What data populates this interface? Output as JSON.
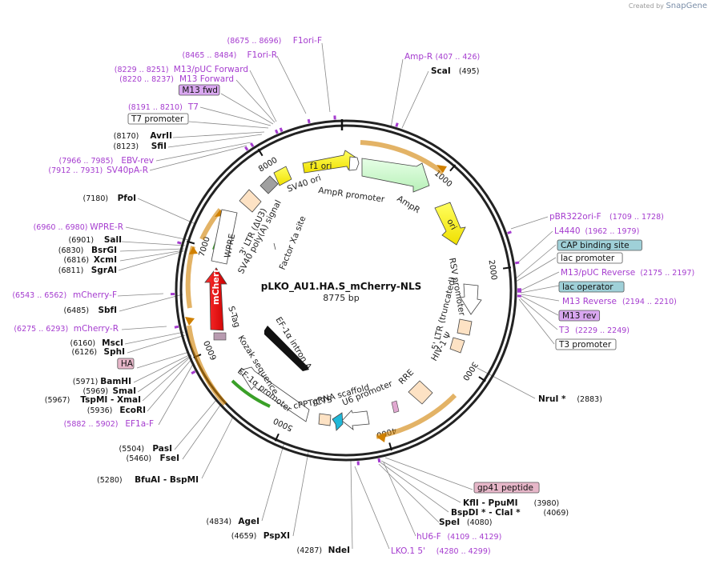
{
  "header": {
    "credit_prefix": "Created by",
    "credit_brand": "SnapGene"
  },
  "plasmid": {
    "name": "pLKO_AU1.HA.S_mCherry-NLS",
    "length": "8775 bp"
  },
  "ticks": [
    "1000",
    "2000",
    "3000",
    "4000",
    "5000",
    "6000",
    "7000",
    "8000"
  ],
  "features": {
    "f1_ori": "f1 ori",
    "ampr_promoter": "AmpR promoter",
    "ampr": "AmpR",
    "ori": "ori",
    "rsv_promoter": "RSV promoter",
    "ltr5": "5' LTR (truncated)",
    "hiv_psi": "HIV-1 Ψ",
    "rre": "RRE",
    "u6_promoter": "U6 promoter",
    "grna": "gRNA scaffold",
    "cppt": "cPPT/CTS",
    "ef1a_promoter": "EF-1α promoter",
    "kozak": "Kozak sequence",
    "stag": "S-Tag",
    "mcherry": "mCherry",
    "wpre": "WPRE",
    "ltr3": "3' LTR (ΔU3)",
    "sv40_polya": "SV40 poly(A) signal",
    "sv40_ori": "SV40 ori",
    "factor_xa": "Factor Xa site",
    "ef1a_intron": "EF-1α intron A"
  },
  "left_labels": [
    {
      "coord": "(8675 .. 8696)",
      "name": "F1ori-F",
      "kind": "primer"
    },
    {
      "coord": "(8465 .. 8484)",
      "name": "F1ori-R",
      "kind": "primer"
    },
    {
      "coord": "(8229 .. 8251)",
      "name": "M13/pUC Forward",
      "kind": "primer"
    },
    {
      "coord": "(8220 .. 8237)",
      "name": "M13 Forward",
      "kind": "primer"
    },
    {
      "name": "M13 fwd",
      "kind": "box_purple"
    },
    {
      "coord": "(8191 .. 8210)",
      "name": "T7",
      "kind": "primer"
    },
    {
      "name": "T7 promoter",
      "kind": "box_white"
    },
    {
      "coord": "(8170)",
      "name": "AvrII",
      "kind": "enzyme"
    },
    {
      "coord": "(8123)",
      "name": "SfiI",
      "kind": "enzyme"
    },
    {
      "coord": "(7966 .. 7985)",
      "name": "EBV-rev",
      "kind": "primer"
    },
    {
      "coord": "(7912 .. 7931)",
      "name": "SV40pA-R",
      "kind": "primer"
    },
    {
      "coord": "(7180)",
      "name": "PfoI",
      "kind": "enzyme"
    },
    {
      "coord": "(6960 .. 6980)",
      "name": "WPRE-R",
      "kind": "primer"
    },
    {
      "coord": "(6901)",
      "name": "SalI",
      "kind": "enzyme"
    },
    {
      "coord": "(6830)",
      "name": "BsrGI",
      "kind": "enzyme"
    },
    {
      "coord": "(6816)",
      "name": "XcmI",
      "kind": "enzyme"
    },
    {
      "coord": "(6811)",
      "name": "SgrAI",
      "kind": "enzyme"
    },
    {
      "coord": "(6543 .. 6562)",
      "name": "mCherry-F",
      "kind": "primer"
    },
    {
      "coord": "(6485)",
      "name": "SbfI",
      "kind": "enzyme"
    },
    {
      "coord": "(6275 .. 6293)",
      "name": "mCherry-R",
      "kind": "primer"
    },
    {
      "coord": "(6160)",
      "name": "MscI",
      "kind": "enzyme"
    },
    {
      "coord": "(6126)",
      "name": "SphI",
      "kind": "enzyme"
    },
    {
      "name": "HA",
      "kind": "box_pink"
    },
    {
      "coord": "(5971)",
      "name": "BamHI",
      "kind": "enzyme"
    },
    {
      "coord": "(5969)",
      "name": "SmaI",
      "kind": "enzyme"
    },
    {
      "coord": "(5967)",
      "name": "TspMI - XmaI",
      "kind": "enzyme"
    },
    {
      "coord": "(5936)",
      "name": "EcoRI",
      "kind": "enzyme"
    },
    {
      "coord": "(5882 .. 5902)",
      "name": "EF1a-F",
      "kind": "primer"
    },
    {
      "coord": "(5504)",
      "name": "PasI",
      "kind": "enzyme"
    },
    {
      "coord": "(5460)",
      "name": "FseI",
      "kind": "enzyme"
    },
    {
      "coord": "(5280)",
      "name": "BfuAI - BspMI",
      "kind": "enzyme"
    },
    {
      "coord": "(4834)",
      "name": "AgeI",
      "kind": "enzyme"
    },
    {
      "coord": "(4659)",
      "name": "PspXI",
      "kind": "enzyme"
    },
    {
      "coord": "(4287)",
      "name": "NdeI",
      "kind": "enzyme"
    }
  ],
  "right_labels": [
    {
      "name": "Amp-R",
      "coord": "(407 .. 426)",
      "kind": "primer"
    },
    {
      "name": "ScaI",
      "coord": "(495)",
      "kind": "enzyme"
    },
    {
      "name": "pBR322ori-F",
      "coord": "(1709 .. 1728)",
      "kind": "primer"
    },
    {
      "name": "L4440",
      "coord": "(1962 .. 1979)",
      "kind": "primer"
    },
    {
      "name": "CAP binding site",
      "kind": "box_teal"
    },
    {
      "name": "lac promoter",
      "kind": "box_white"
    },
    {
      "name": "M13/pUC Reverse",
      "coord": "(2175 .. 2197)",
      "kind": "primer"
    },
    {
      "name": "lac operator",
      "kind": "box_teal"
    },
    {
      "name": "M13 Reverse",
      "coord": "(2194 .. 2210)",
      "kind": "primer"
    },
    {
      "name": "M13 rev",
      "kind": "box_purple"
    },
    {
      "name": "T3",
      "coord": "(2229 .. 2249)",
      "kind": "primer"
    },
    {
      "name": "T3 promoter",
      "kind": "box_white"
    },
    {
      "name": "NruI *",
      "coord": "(2883)",
      "kind": "enzyme"
    },
    {
      "name": "gp41 peptide",
      "kind": "box_pink"
    },
    {
      "name": "KflI - PpuMI",
      "coord": "(3980)",
      "kind": "enzyme"
    },
    {
      "name": "BspDI * - ClaI *",
      "coord": "(4069)",
      "kind": "enzyme"
    },
    {
      "name": "SpeI",
      "coord": "(4080)",
      "kind": "enzyme"
    },
    {
      "name": "hU6-F",
      "coord": "(4109 .. 4129)",
      "kind": "primer"
    },
    {
      "name": "LKO.1 5'",
      "coord": "(4280 .. 4299)",
      "kind": "primer"
    }
  ]
}
